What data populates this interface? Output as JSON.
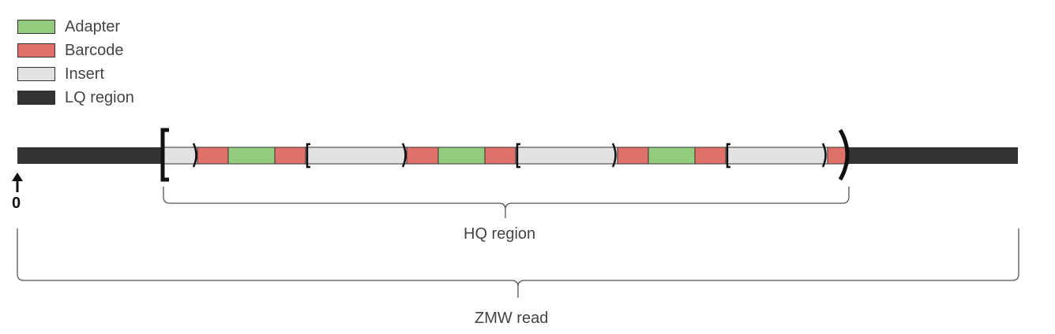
{
  "legend": [
    {
      "key": "adapter",
      "label": "Adapter",
      "color": "#93cc7e"
    },
    {
      "key": "barcode",
      "label": "Barcode",
      "color": "#e0706a"
    },
    {
      "key": "insert",
      "label": "Insert",
      "color": "#e2e2e2"
    },
    {
      "key": "lq",
      "label": "LQ region",
      "color": "#333333"
    }
  ],
  "read_start_label": "0",
  "hq_region_label": "HQ region",
  "zmw_read_label": "ZMW read"
}
